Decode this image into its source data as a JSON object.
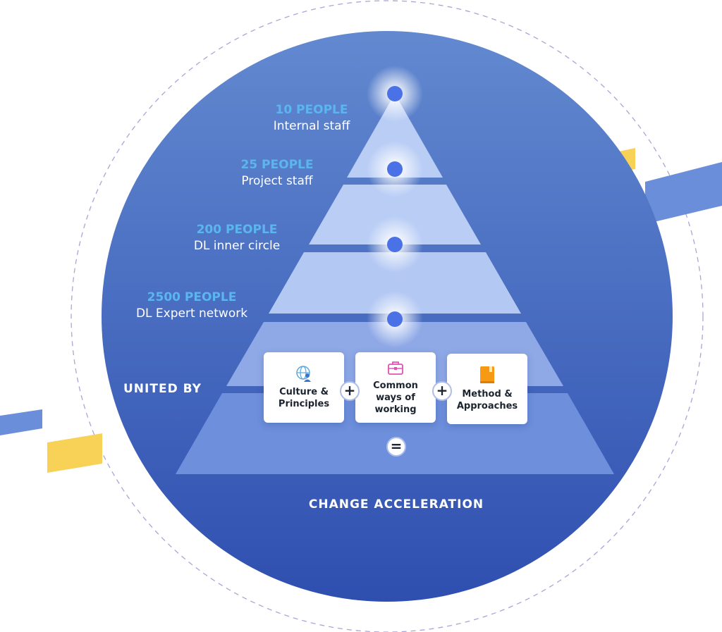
{
  "tiers": [
    {
      "count": "10 PEOPLE",
      "role": "Internal staff"
    },
    {
      "count": "25 PEOPLE",
      "role": "Project staff"
    },
    {
      "count": "200 PEOPLE",
      "role": "DL inner circle"
    },
    {
      "count": "2500 PEOPLE",
      "role": "DL Expert network"
    }
  ],
  "united_by": "UNITED BY",
  "cards": [
    {
      "label": "Culture & Principles",
      "icon": "globe-people-icon"
    },
    {
      "label": "Common ways of working",
      "icon": "briefcase-icon"
    },
    {
      "label": "Method & Approaches",
      "icon": "book-icon"
    }
  ],
  "operators": {
    "plus": "+",
    "equals": "="
  },
  "result": "CHANGE ACCELERATION",
  "colors": {
    "circle_top": "#6289d0",
    "circle_bottom": "#2f4fb0",
    "accent_yellow": "#f8d256",
    "accent_blue": "#6b8edb",
    "dot": "#4a72e6",
    "count_text": "#5bb5ee"
  }
}
